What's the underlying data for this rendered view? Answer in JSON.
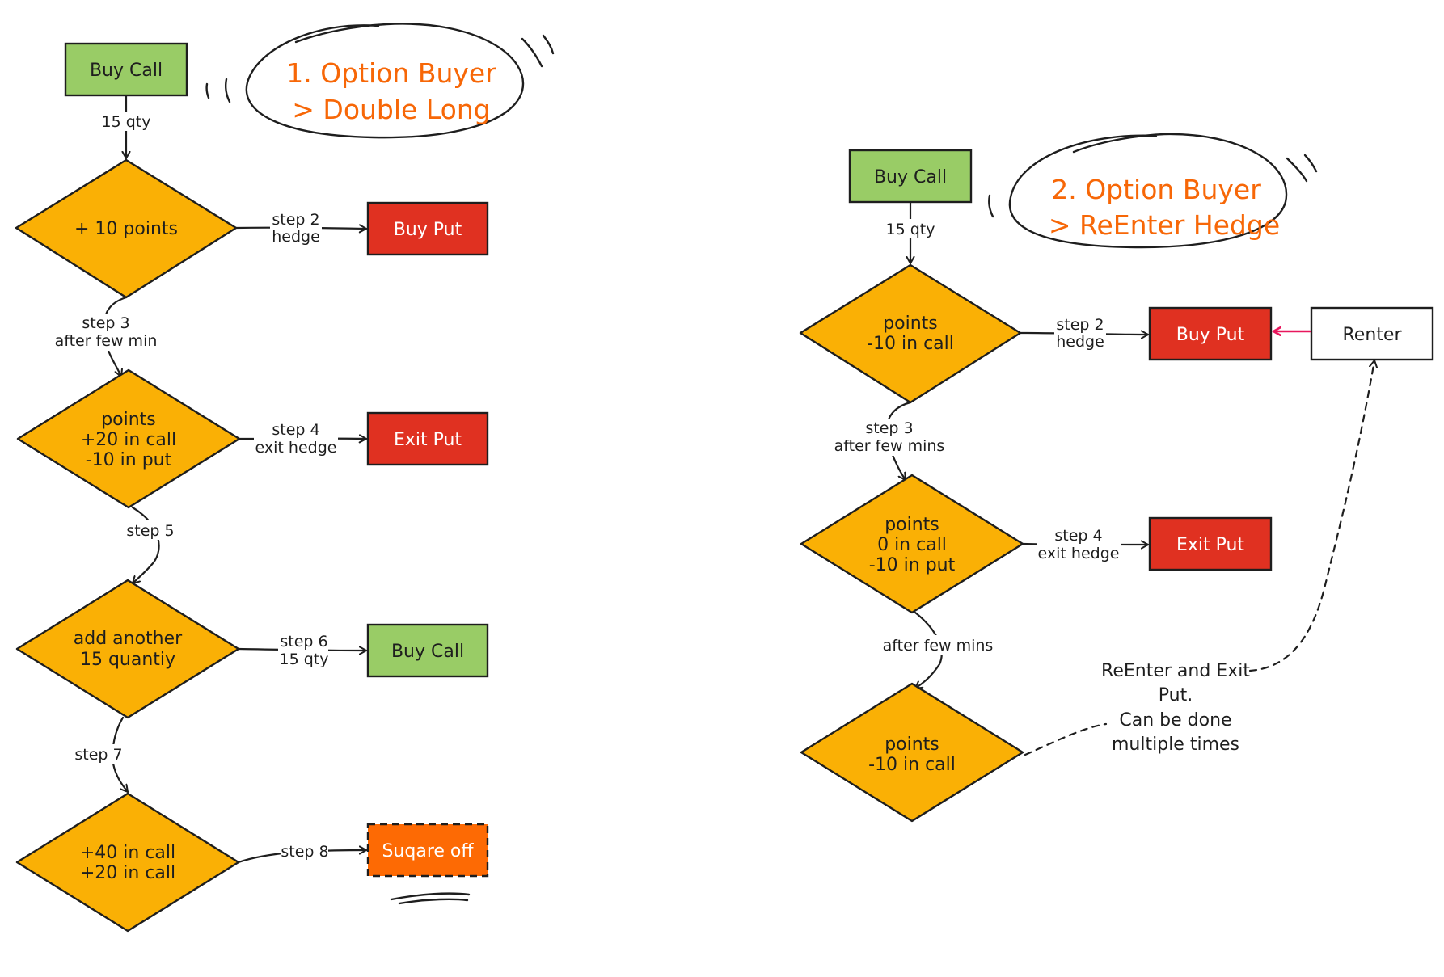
{
  "diagram_1": {
    "title_line1": "1. Option Buyer",
    "title_line2": "> Double Long",
    "start_box": "Buy Call",
    "start_edge": "15 qty",
    "decision_1": [
      "+ 10 points"
    ],
    "edge_step2": [
      "step 2",
      "hedge"
    ],
    "box_buy_put": "Buy Put",
    "edge_step3": [
      "step 3",
      "after few min"
    ],
    "decision_2": [
      "points",
      "+20 in call",
      "-10 in put"
    ],
    "edge_step4": [
      "step 4",
      "exit hedge"
    ],
    "box_exit_put": "Exit Put",
    "edge_step5": "step 5",
    "decision_3": [
      "add another",
      "15 quantiy"
    ],
    "edge_step6": [
      "step 6",
      "15 qty"
    ],
    "box_buy_call_2": "Buy Call",
    "edge_step7": "step 7",
    "decision_4": [
      "+40 in call",
      "+20 in call"
    ],
    "edge_step8": "step 8",
    "box_square_off": "Suqare off"
  },
  "diagram_2": {
    "title_line1": "2. Option Buyer",
    "title_line2": "> ReEnter Hedge",
    "start_box": "Buy Call",
    "start_edge": "15 qty",
    "decision_1": [
      "points",
      "-10 in call"
    ],
    "edge_step2": [
      "step 2",
      "hedge"
    ],
    "box_buy_put": "Buy Put",
    "box_renter": "Renter",
    "edge_step3": [
      "step 3",
      "after few mins"
    ],
    "decision_2": [
      "points",
      "0 in call",
      "-10 in put"
    ],
    "edge_step4": [
      "step 4",
      "exit hedge"
    ],
    "box_exit_put": "Exit Put",
    "edge_after": "after few mins",
    "decision_3": [
      "points",
      "-10 in call"
    ],
    "note": [
      "ReEnter and Exit",
      "Put.",
      "Can be done",
      "multiple times"
    ]
  },
  "colors": {
    "decision_fill": "#fab005",
    "green_fill": "#99cc66",
    "red_fill": "#e03121",
    "orange_fill": "#fd6a04",
    "title_orange": "#f76707",
    "accent_pink": "#e8175d",
    "stroke": "#1e1e1e"
  }
}
